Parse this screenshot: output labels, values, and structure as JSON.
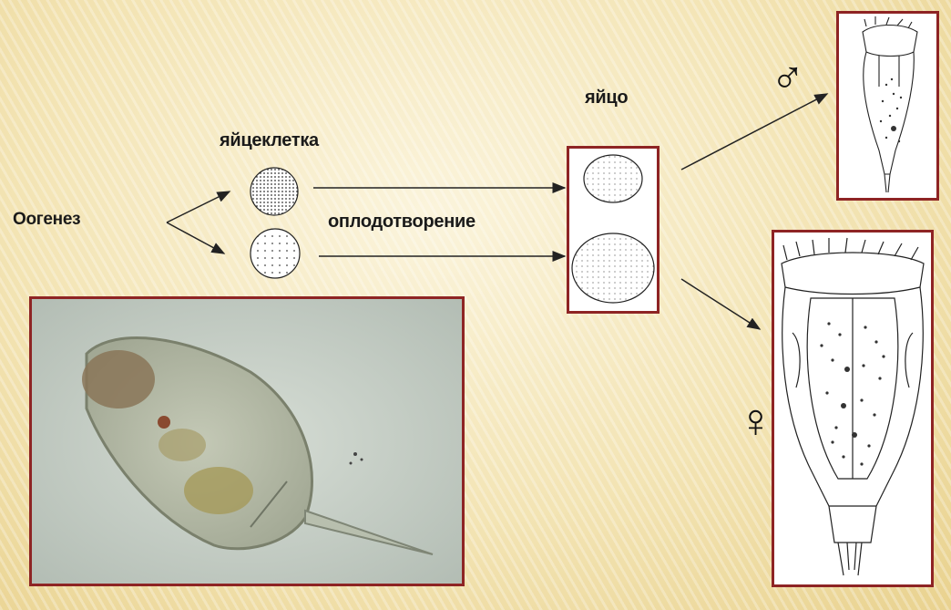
{
  "labels": {
    "oogenesis": "Оогенез",
    "egg_cell": "яйцеклетка",
    "fertilization": "оплодотворение",
    "egg": "яйцо"
  },
  "symbols": {
    "male": "♂",
    "female": "♀"
  },
  "colors": {
    "frame_border": "#8e2424",
    "background": "#f4e6b8",
    "micro_bg": "#c9d1c9"
  }
}
